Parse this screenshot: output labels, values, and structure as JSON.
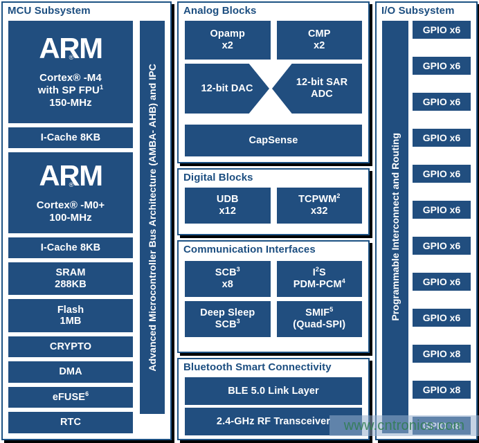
{
  "mcu": {
    "title": "MCU Subsystem",
    "cpu0": {
      "logo": "ARM",
      "reg": "®",
      "line1": "Cortex® -M4",
      "line2": "with SP FPU1",
      "line3": "150-MHz"
    },
    "cache0": "I-Cache 8KB",
    "cpu1": {
      "logo": "ARM",
      "reg": "®",
      "line1": "Cortex® -M0+",
      "line2": "100-MHz"
    },
    "cache1": "I-Cache 8KB",
    "sram": {
      "line1": "SRAM",
      "line2": "288KB"
    },
    "flash": {
      "line1": "Flash",
      "line2": "1MB"
    },
    "crypto": "CRYPTO",
    "dma": "DMA",
    "efuse": "eFUSE6",
    "rtc": "RTC",
    "bus_label": "Advanced Microcontroller Bus Architecture (AMBA- AHB) and IPC"
  },
  "analog": {
    "title": "Analog Blocks",
    "opamp": {
      "line1": "Opamp",
      "line2": "x2"
    },
    "cmp": {
      "line1": "CMP",
      "line2": "x2"
    },
    "dac": "12-bit DAC",
    "adc": {
      "line1": "12-bit SAR",
      "line2": "ADC"
    },
    "capsense": "CapSense"
  },
  "digital": {
    "title": "Digital Blocks",
    "udb": {
      "line1": "UDB",
      "line2": "x12"
    },
    "tcpwm": {
      "line1": "TCPWM2",
      "line2": "x32"
    }
  },
  "comm": {
    "title": "Communication Interfaces",
    "scb": {
      "line1": "SCB3",
      "line2": "x8"
    },
    "i2s": {
      "line1": "I2S",
      "line2": "PDM-PCM4"
    },
    "deep_sleep_scb": {
      "line1": "Deep Sleep",
      "line2": "SCB3"
    },
    "smif": {
      "line1": "SMIF5",
      "line2": "(Quad-SPI)"
    }
  },
  "bluetooth": {
    "title": "Bluetooth Smart Connectivity",
    "link_layer": "BLE 5.0 Link Layer",
    "transceiver": "2.4-GHz RF Transceiver"
  },
  "io": {
    "title": "I/O Subsystem",
    "routing_label": "Programmable Interconnect and Routing",
    "gpios": [
      "GPIO x6",
      "GPIO x6",
      "GPIO x6",
      "GPIO x6",
      "GPIO x6",
      "GPIO x6",
      "GPIO x6",
      "GPIO x6",
      "GPIO x6",
      "GPIO x8",
      "GPIO x8",
      "GPIO x8"
    ]
  },
  "watermark": {
    "text": "www.cntronics.com"
  },
  "colors": {
    "block_blue": "#214e7f",
    "panel_border": "#1c5183",
    "title_blue": "#1c4e80",
    "shadow": "#000000",
    "background": "#ffffff"
  }
}
